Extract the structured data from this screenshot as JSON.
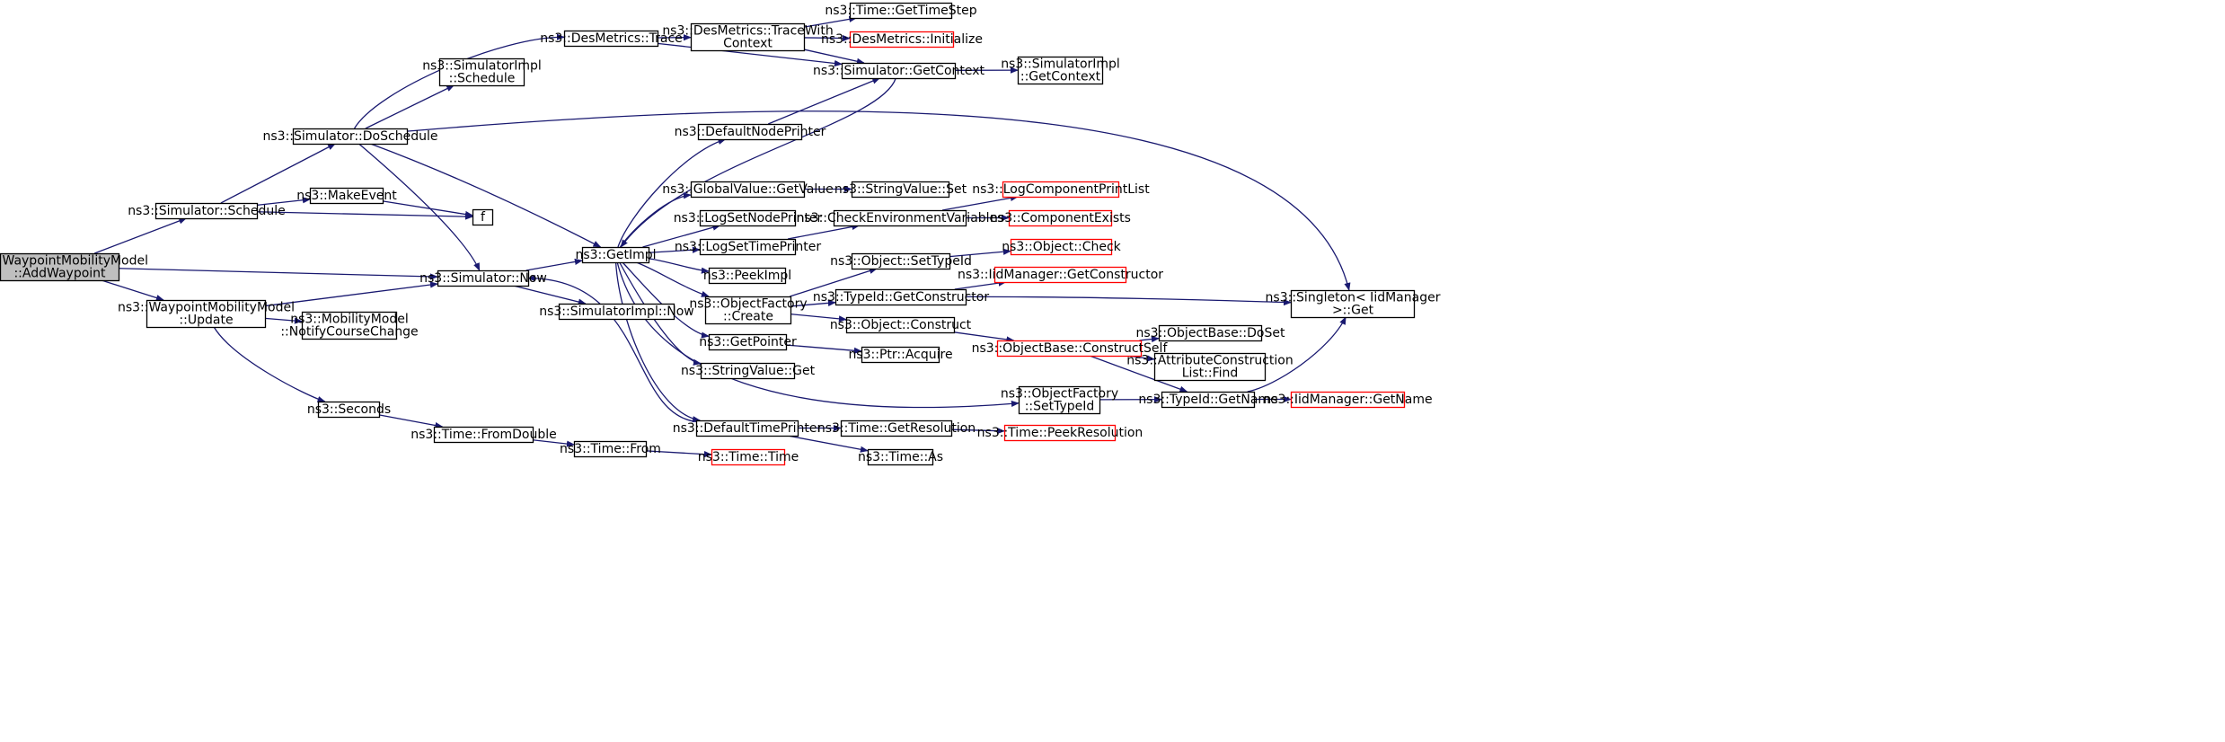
{
  "graph": {
    "nodes": [
      {
        "id": "awp",
        "lines": [
          "ns3::WaypointMobilityModel",
          "::AddWaypoint"
        ],
        "style": "root"
      },
      {
        "id": "schedule",
        "lines": [
          "ns3::Simulator::Schedule"
        ],
        "style": "normal"
      },
      {
        "id": "doschedule",
        "lines": [
          "ns3::Simulator::DoSchedule"
        ],
        "style": "normal"
      },
      {
        "id": "destrace",
        "lines": [
          "ns3::DesMetrics::Trace"
        ],
        "style": "normal"
      },
      {
        "id": "tracectx",
        "lines": [
          "ns3::DesMetrics::TraceWith",
          "Context"
        ],
        "style": "normal"
      },
      {
        "id": "timestep",
        "lines": [
          "ns3::Time::GetTimeStep"
        ],
        "style": "normal"
      },
      {
        "id": "desinit",
        "lines": [
          "ns3::DesMetrics::Initialize"
        ],
        "style": "red"
      },
      {
        "id": "getcontext",
        "lines": [
          "ns3::Simulator::GetContext"
        ],
        "style": "normal"
      },
      {
        "id": "implgetcontext",
        "lines": [
          "ns3::SimulatorImpl",
          "::GetContext"
        ],
        "style": "normal"
      },
      {
        "id": "implschedule",
        "lines": [
          "ns3::SimulatorImpl",
          "::Schedule"
        ],
        "style": "normal"
      },
      {
        "id": "defnodeprinter",
        "lines": [
          "ns3::DefaultNodePrinter"
        ],
        "style": "normal"
      },
      {
        "id": "makeevent",
        "lines": [
          "ns3::MakeEvent"
        ],
        "style": "normal"
      },
      {
        "id": "f",
        "lines": [
          "f"
        ],
        "style": "normal"
      },
      {
        "id": "globalvalue",
        "lines": [
          "ns3::GlobalValue::GetValue"
        ],
        "style": "normal"
      },
      {
        "id": "stringset",
        "lines": [
          "ns3::StringValue::Set"
        ],
        "style": "normal"
      },
      {
        "id": "logprintlist",
        "lines": [
          "ns3::LogComponentPrintList"
        ],
        "style": "red"
      },
      {
        "id": "checkenv",
        "lines": [
          "ns3::CheckEnvironmentVariables"
        ],
        "style": "normal"
      },
      {
        "id": "compexists",
        "lines": [
          "ns3::ComponentExists"
        ],
        "style": "red"
      },
      {
        "id": "lognodeprinter",
        "lines": [
          "ns3::LogSetNodePrinter"
        ],
        "style": "normal"
      },
      {
        "id": "logtimeprinter",
        "lines": [
          "ns3::LogSetTimePrinter"
        ],
        "style": "normal"
      },
      {
        "id": "getimpl",
        "lines": [
          "ns3::GetImpl"
        ],
        "style": "normal"
      },
      {
        "id": "now",
        "lines": [
          "ns3::Simulator::Now"
        ],
        "style": "normal"
      },
      {
        "id": "objcheck",
        "lines": [
          "ns3::Object::Check"
        ],
        "style": "red"
      },
      {
        "id": "settypeid",
        "lines": [
          "ns3::Object::SetTypeId"
        ],
        "style": "normal"
      },
      {
        "id": "iidgetctor",
        "lines": [
          "ns3::IidManager::GetConstructor"
        ],
        "style": "red"
      },
      {
        "id": "peekimpl",
        "lines": [
          "ns3::PeekImpl"
        ],
        "style": "normal"
      },
      {
        "id": "typeidgetctor",
        "lines": [
          "ns3::TypeId::GetConstructor"
        ],
        "style": "normal"
      },
      {
        "id": "singleton",
        "lines": [
          "ns3::Singleton< IidManager",
          ">::Get"
        ],
        "style": "normal"
      },
      {
        "id": "update",
        "lines": [
          "ns3::WaypointMobilityModel",
          "::Update"
        ],
        "style": "normal"
      },
      {
        "id": "objfactcreate",
        "lines": [
          "ns3::ObjectFactory",
          "::Create"
        ],
        "style": "normal"
      },
      {
        "id": "implnow",
        "lines": [
          "ns3::SimulatorImpl::Now"
        ],
        "style": "normal"
      },
      {
        "id": "coursechange",
        "lines": [
          "ns3::MobilityModel",
          "::NotifyCourseChange"
        ],
        "style": "normal"
      },
      {
        "id": "objconstruct",
        "lines": [
          "ns3::Object::Construct"
        ],
        "style": "normal"
      },
      {
        "id": "doset",
        "lines": [
          "ns3::ObjectBase::DoSet"
        ],
        "style": "normal"
      },
      {
        "id": "constructself",
        "lines": [
          "ns3::ObjectBase::ConstructSelf"
        ],
        "style": "red"
      },
      {
        "id": "getpointer",
        "lines": [
          "ns3::GetPointer"
        ],
        "style": "normal"
      },
      {
        "id": "ptracquire",
        "lines": [
          "ns3::Ptr::Acquire"
        ],
        "style": "normal"
      },
      {
        "id": "attrfind",
        "lines": [
          "ns3::AttributeConstruction",
          "List::Find"
        ],
        "style": "normal"
      },
      {
        "id": "stringget",
        "lines": [
          "ns3::StringValue::Get"
        ],
        "style": "normal"
      },
      {
        "id": "factsettypeid",
        "lines": [
          "ns3::ObjectFactory",
          "::SetTypeId"
        ],
        "style": "normal"
      },
      {
        "id": "typeidgetname",
        "lines": [
          "ns3::TypeId::GetName"
        ],
        "style": "normal"
      },
      {
        "id": "iidgetname",
        "lines": [
          "ns3::IidManager::GetName"
        ],
        "style": "red"
      },
      {
        "id": "seconds",
        "lines": [
          "ns3::Seconds"
        ],
        "style": "normal"
      },
      {
        "id": "deftimeprinter",
        "lines": [
          "ns3::DefaultTimePrinter"
        ],
        "style": "normal"
      },
      {
        "id": "getres",
        "lines": [
          "ns3::Time::GetResolution"
        ],
        "style": "normal"
      },
      {
        "id": "peekres",
        "lines": [
          "ns3::Time::PeekResolution"
        ],
        "style": "red"
      },
      {
        "id": "fromdouble",
        "lines": [
          "ns3::Time::FromDouble"
        ],
        "style": "normal"
      },
      {
        "id": "timefrom",
        "lines": [
          "ns3::Time::From"
        ],
        "style": "normal"
      },
      {
        "id": "timeas",
        "lines": [
          "ns3::Time::As"
        ],
        "style": "normal"
      },
      {
        "id": "timetime",
        "lines": [
          "ns3::Time::Time"
        ],
        "style": "red"
      }
    ],
    "edges": [
      [
        "awp",
        "schedule"
      ],
      [
        "awp",
        "now"
      ],
      [
        "awp",
        "update"
      ],
      [
        "schedule",
        "doschedule"
      ],
      [
        "schedule",
        "makeevent"
      ],
      [
        "schedule",
        "f"
      ],
      [
        "doschedule",
        "destrace"
      ],
      [
        "doschedule",
        "implschedule"
      ],
      [
        "doschedule",
        "singleton"
      ],
      [
        "doschedule",
        "getimpl"
      ],
      [
        "doschedule",
        "now"
      ],
      [
        "destrace",
        "tracectx"
      ],
      [
        "destrace",
        "getcontext"
      ],
      [
        "tracectx",
        "timestep"
      ],
      [
        "tracectx",
        "desinit"
      ],
      [
        "tracectx",
        "getcontext"
      ],
      [
        "getcontext",
        "implgetcontext"
      ],
      [
        "getcontext",
        "getimpl"
      ],
      [
        "defnodeprinter",
        "getcontext"
      ],
      [
        "makeevent",
        "f"
      ],
      [
        "globalvalue",
        "stringset"
      ],
      [
        "checkenv",
        "logprintlist"
      ],
      [
        "checkenv",
        "compexists"
      ],
      [
        "logtimeprinter",
        "checkenv"
      ],
      [
        "getimpl",
        "defnodeprinter"
      ],
      [
        "getimpl",
        "globalvalue"
      ],
      [
        "getimpl",
        "lognodeprinter"
      ],
      [
        "getimpl",
        "logtimeprinter"
      ],
      [
        "getimpl",
        "peekimpl"
      ],
      [
        "getimpl",
        "objfactcreate"
      ],
      [
        "getimpl",
        "getpointer"
      ],
      [
        "getimpl",
        "stringget"
      ],
      [
        "getimpl",
        "factsettypeid"
      ],
      [
        "getimpl",
        "deftimeprinter"
      ],
      [
        "now",
        "getimpl"
      ],
      [
        "now",
        "implnow"
      ],
      [
        "settypeid",
        "objcheck"
      ],
      [
        "typeidgetctor",
        "iidgetctor"
      ],
      [
        "typeidgetctor",
        "singleton"
      ],
      [
        "update",
        "now"
      ],
      [
        "update",
        "coursechange"
      ],
      [
        "update",
        "seconds"
      ],
      [
        "objfactcreate",
        "settypeid"
      ],
      [
        "objfactcreate",
        "typeidgetctor"
      ],
      [
        "objfactcreate",
        "objconstruct"
      ],
      [
        "objconstruct",
        "constructself"
      ],
      [
        "constructself",
        "doset"
      ],
      [
        "constructself",
        "attrfind"
      ],
      [
        "constructself",
        "typeidgetname"
      ],
      [
        "getpointer",
        "ptracquire"
      ],
      [
        "factsettypeid",
        "typeidgetname"
      ],
      [
        "typeidgetname",
        "singleton"
      ],
      [
        "typeidgetname",
        "iidgetname"
      ],
      [
        "seconds",
        "fromdouble"
      ],
      [
        "deftimeprinter",
        "now"
      ],
      [
        "deftimeprinter",
        "getres"
      ],
      [
        "deftimeprinter",
        "timeas"
      ],
      [
        "getres",
        "peekres"
      ],
      [
        "fromdouble",
        "timefrom"
      ],
      [
        "timefrom",
        "timetime"
      ]
    ],
    "colors": {
      "edge": "#191970",
      "node_border": "#000000",
      "red_border": "#ff0000",
      "root_fill": "#bfbfbf",
      "node_fill": "#ffffff"
    }
  }
}
